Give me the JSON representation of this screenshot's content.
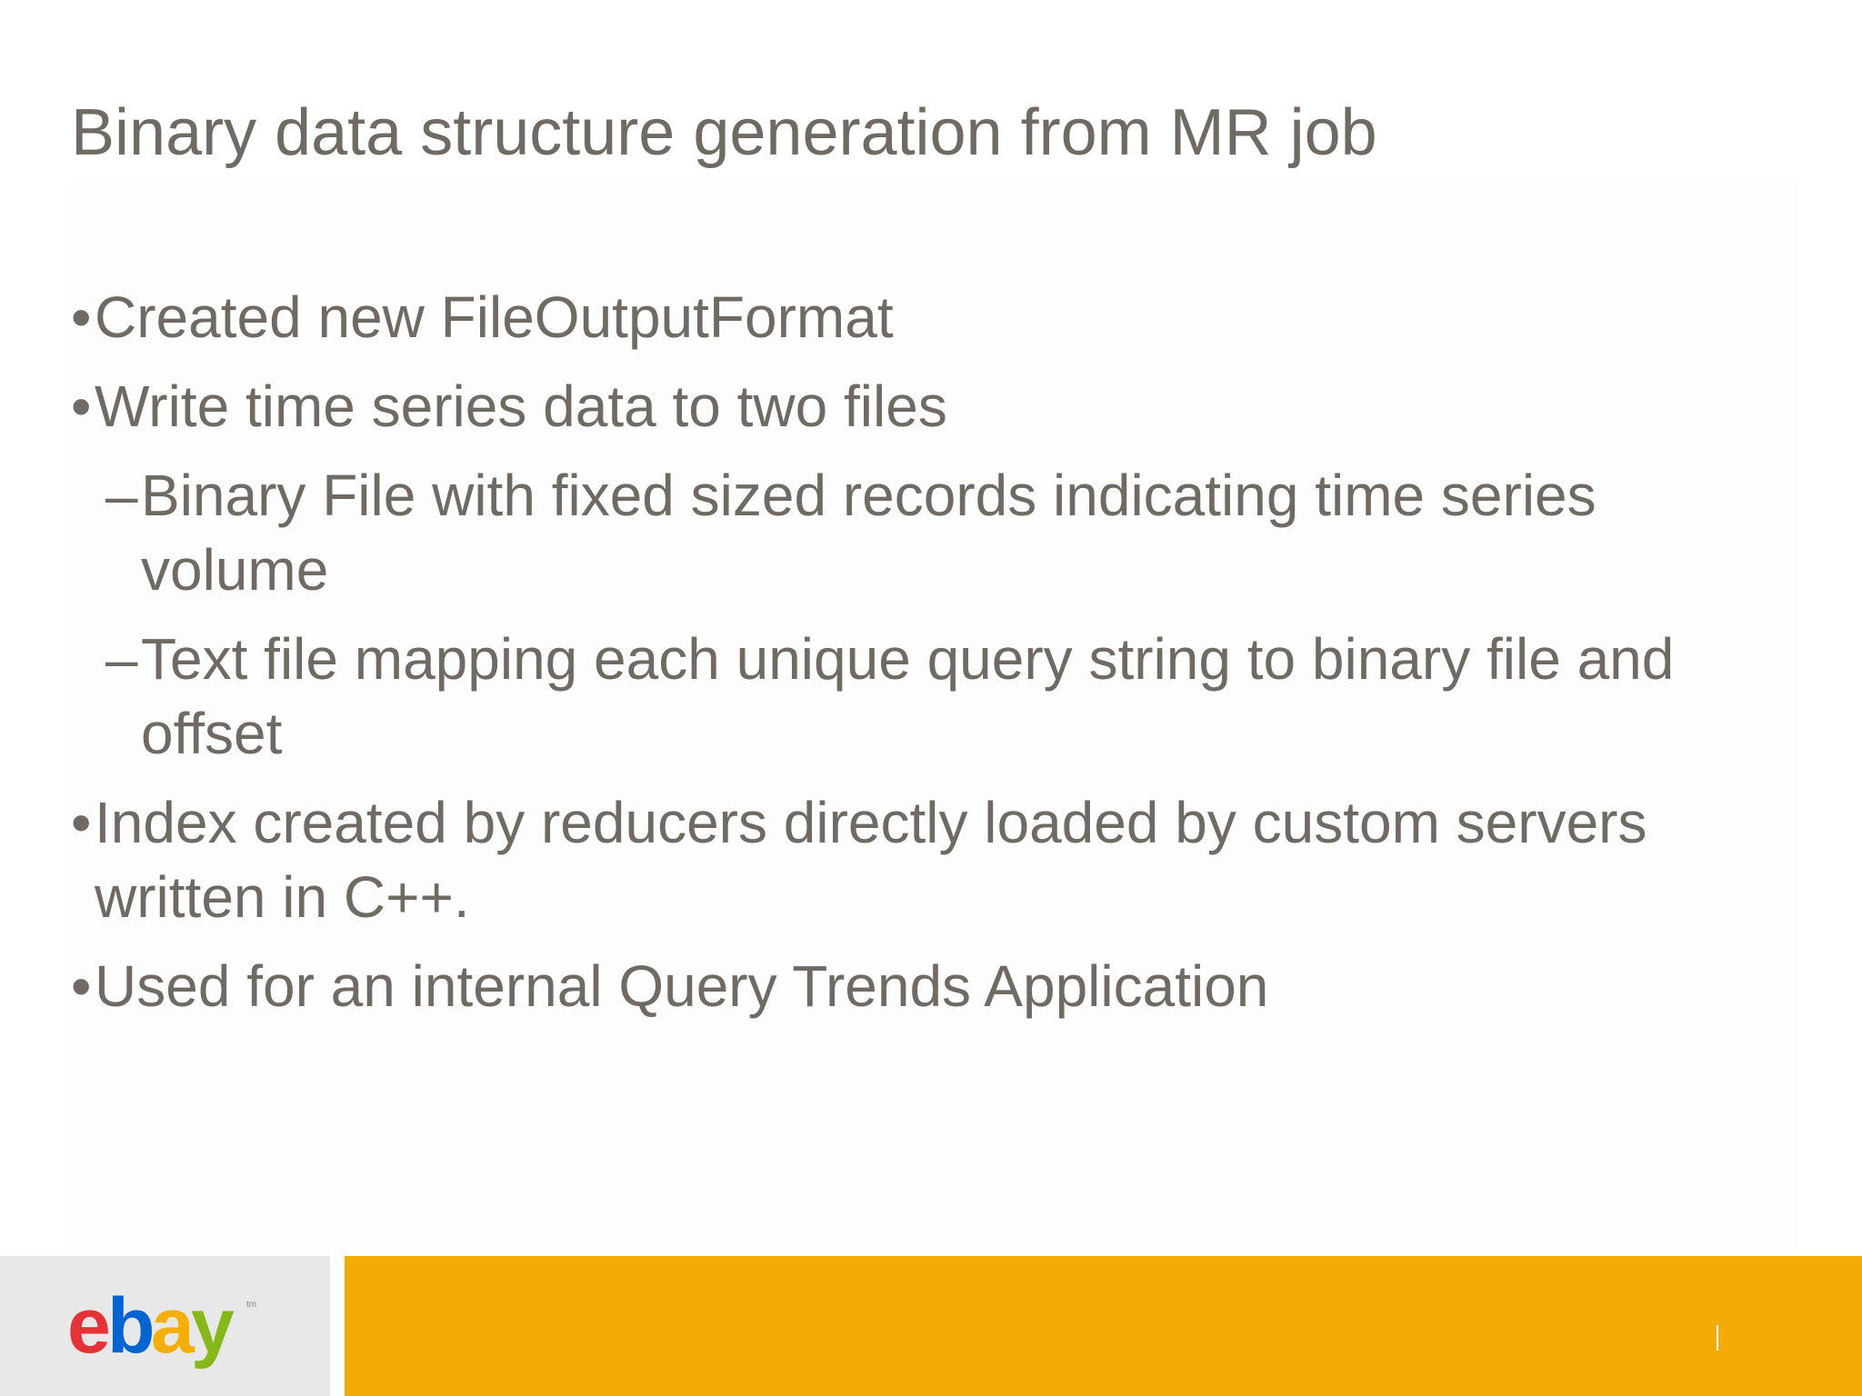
{
  "slide": {
    "title": "Binary data structure generation from MR job",
    "bullets": [
      {
        "level": 1,
        "marker": "•",
        "text": "Created new FileOutputFormat"
      },
      {
        "level": 1,
        "marker": "•",
        "text": "Write time series data to two files"
      },
      {
        "level": 2,
        "marker": "–",
        "text": "Binary File with fixed sized records indicating time series volume"
      },
      {
        "level": 2,
        "marker": "–",
        "text": "Text file mapping each unique query string to binary file and offset"
      },
      {
        "level": 1,
        "marker": "•",
        "text": "Index created by reducers directly loaded by custom servers written in C++."
      },
      {
        "level": 1,
        "marker": "•",
        "text": "Used for an internal Query Trends Application"
      }
    ]
  },
  "footer": {
    "logo": {
      "letters": [
        "e",
        "b",
        "a",
        "y"
      ],
      "trademark": "tm",
      "colors": {
        "e": "#e53238",
        "b": "#0064d2",
        "a": "#f5af02",
        "y": "#86b817"
      }
    },
    "bar_color": "#f2ab07",
    "logo_bg_color": "#e8e8e8"
  },
  "colors": {
    "text": "#6f6a64",
    "background": "#ffffff"
  }
}
